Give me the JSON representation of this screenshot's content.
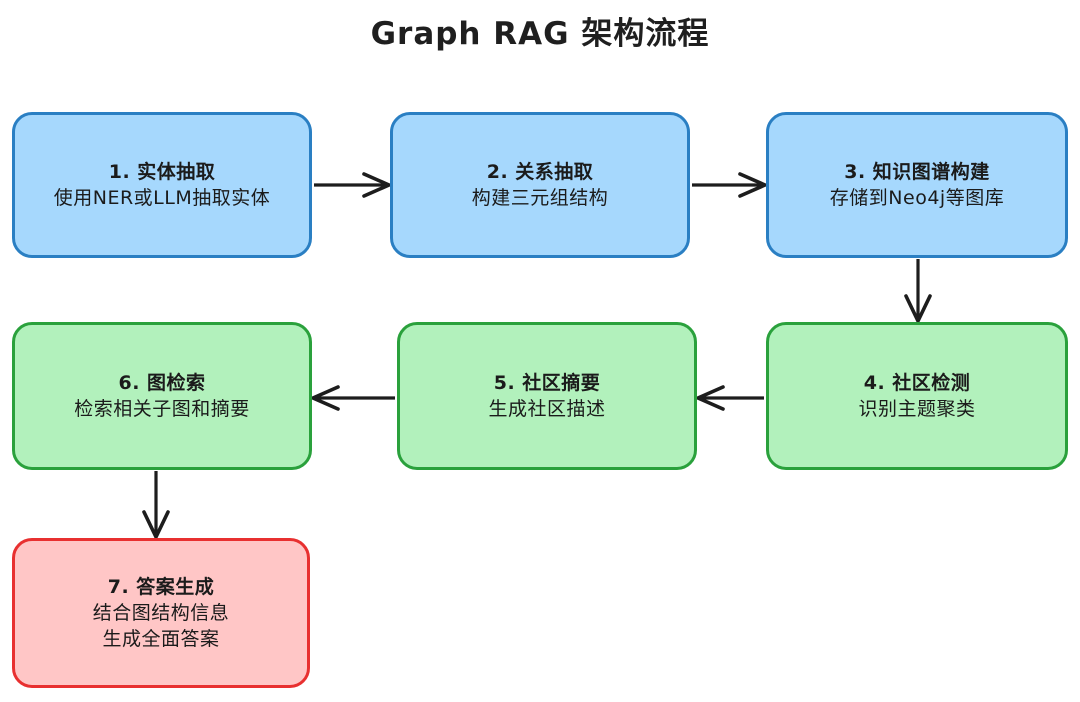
{
  "diagram": {
    "title": "Graph RAG 架构流程",
    "background_color": "#ffffff",
    "palette": {
      "blue_fill": "#a6d8fd",
      "blue_stroke": "#2a7fc3",
      "green_fill": "#b2f1bc",
      "green_stroke": "#2aa13c",
      "red_fill": "#ffc6c6",
      "red_stroke": "#e83030",
      "text": "#1b1b1b",
      "edge": "#1d1d1d"
    },
    "nodes": [
      {
        "id": "1",
        "color": "blue",
        "line1": "1. 实体抽取",
        "line2": "使用NER或LLM抽取实体",
        "line3": ""
      },
      {
        "id": "2",
        "color": "blue",
        "line1": "2. 关系抽取",
        "line2": "构建三元组结构",
        "line3": ""
      },
      {
        "id": "3",
        "color": "blue",
        "line1": "3. 知识图谱构建",
        "line2": "存储到Neo4j等图库",
        "line3": ""
      },
      {
        "id": "4",
        "color": "green",
        "line1": "4. 社区检测",
        "line2": "识别主题聚类",
        "line3": ""
      },
      {
        "id": "5",
        "color": "green",
        "line1": "5. 社区摘要",
        "line2": "生成社区描述",
        "line3": ""
      },
      {
        "id": "6",
        "color": "green",
        "line1": "6. 图检索",
        "line2": "检索相关子图和摘要",
        "line3": ""
      },
      {
        "id": "7",
        "color": "red",
        "line1": "7. 答案生成",
        "line2": "结合图结构信息",
        "line3": "生成全面答案"
      }
    ],
    "edges": [
      {
        "from": "1",
        "to": "2",
        "direction": "right"
      },
      {
        "from": "2",
        "to": "3",
        "direction": "right"
      },
      {
        "from": "3",
        "to": "4",
        "direction": "down"
      },
      {
        "from": "4",
        "to": "5",
        "direction": "left"
      },
      {
        "from": "5",
        "to": "6",
        "direction": "left"
      },
      {
        "from": "6",
        "to": "7",
        "direction": "down"
      }
    ]
  }
}
